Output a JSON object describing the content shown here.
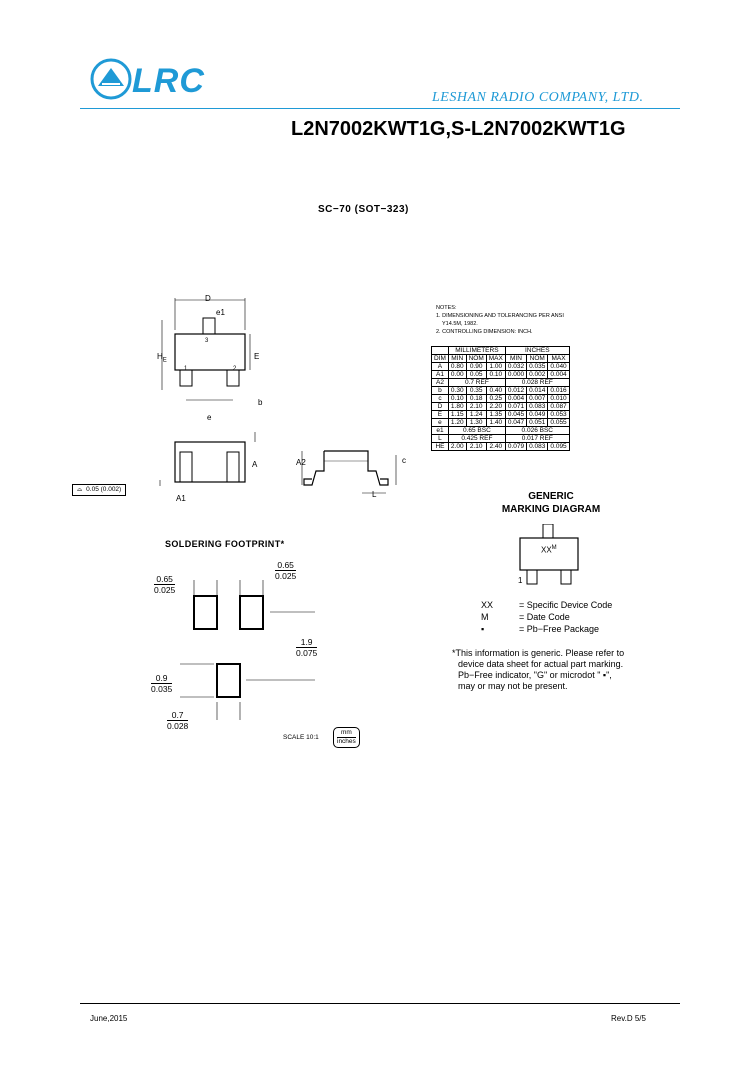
{
  "header": {
    "logo_text": "LRC",
    "company": "LESHAN RADIO COMPANY, LTD.",
    "part_number": "L2N7002KWT1G,S-L2N7002KWT1G"
  },
  "package_title": "SC−70 (SOT−323)",
  "drawing_labels": {
    "D": "D",
    "e1": "e1",
    "HE": "H",
    "HE_sub": "E",
    "E": "E",
    "b": "b",
    "e": "e",
    "A": "A",
    "A1": "A1",
    "A2": "A2",
    "c": "c",
    "L": "L",
    "pin1": "1",
    "pin2": "2",
    "pin3": "3",
    "tolerance": "0.05 (0.002)"
  },
  "notes": {
    "heading": "NOTES:",
    "items": [
      "1. DIMENSIONING AND TOLERANCING PER ANSI",
      "    Y14.5M, 1982.",
      "2. CONTROLLING DIMENSION: INCH."
    ]
  },
  "dim_table": {
    "group_headers": [
      "MILLIMETERS",
      "INCHES"
    ],
    "col_headers": [
      "DIM",
      "MIN",
      "NOM",
      "MAX",
      "MIN",
      "NOM",
      "MAX"
    ],
    "rows": [
      [
        "A",
        "0.80",
        "0.90",
        "1.00",
        "0.032",
        "0.035",
        "0.040"
      ],
      [
        "A1",
        "0.00",
        "0.05",
        "0.10",
        "0.000",
        "0.002",
        "0.004"
      ],
      [
        "A2",
        "0.7 REF",
        "",
        "",
        "0.028 REF",
        "",
        ""
      ],
      [
        "b",
        "0.30",
        "0.35",
        "0.40",
        "0.012",
        "0.014",
        "0.016"
      ],
      [
        "c",
        "0.10",
        "0.18",
        "0.25",
        "0.004",
        "0.007",
        "0.010"
      ],
      [
        "D",
        "1.80",
        "2.10",
        "2.20",
        "0.071",
        "0.083",
        "0.087"
      ],
      [
        "E",
        "1.15",
        "1.24",
        "1.35",
        "0.045",
        "0.049",
        "0.053"
      ],
      [
        "e",
        "1.20",
        "1.30",
        "1.40",
        "0.047",
        "0.051",
        "0.055"
      ],
      [
        "e1",
        "0.65 BSC",
        "",
        "",
        "0.026 BSC",
        "",
        ""
      ],
      [
        "L",
        "0.425 REF",
        "",
        "",
        "0.017 REF",
        "",
        ""
      ],
      [
        "HE",
        "2.00",
        "2.10",
        "2.40",
        "0.079",
        "0.083",
        "0.095"
      ]
    ]
  },
  "marking": {
    "title_line1": "GENERIC",
    "title_line2": "MARKING DIAGRAM",
    "code": "XX",
    "code_sup": "M",
    "pin1": "1",
    "legend": [
      {
        "key": "XX",
        "desc": "= Specific Device Code"
      },
      {
        "key": "M",
        "desc": "= Date Code"
      },
      {
        "key": "▪",
        "desc": "= Pb−Free Package"
      }
    ],
    "info": [
      "*This information is generic. Please refer to",
      "device data sheet for actual part marking.",
      "Pb−Free indicator, \"G\" or microdot \" ▪\",",
      "may or may not be present."
    ]
  },
  "solder": {
    "title": "SOLDERING FOOTPRINT*",
    "dims": [
      {
        "top": "0.65",
        "bottom": "0.025"
      },
      {
        "top": "0.65",
        "bottom": "0.025"
      },
      {
        "top": "1.9",
        "bottom": "0.075"
      },
      {
        "top": "0.9",
        "bottom": "0.035"
      },
      {
        "top": "0.7",
        "bottom": "0.028"
      }
    ],
    "scale": "SCALE 10:1",
    "units_top": "mm",
    "units_bottom": "inches"
  },
  "footer": {
    "date": "June,2015",
    "rev": "Rev.D 5/5"
  },
  "colors": {
    "brand": "#1f9ad6"
  }
}
